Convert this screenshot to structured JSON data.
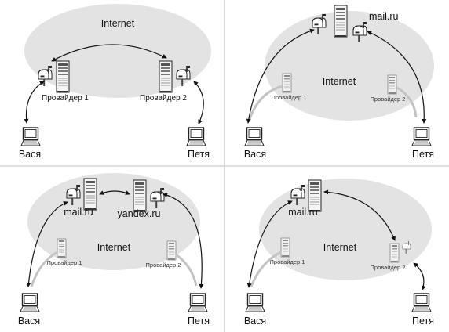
{
  "colors": {
    "cloud": "#e3e3e3",
    "line": "#111111",
    "shadow": "#c4c4c4",
    "divider": "#bdbdbd"
  },
  "panels": [
    {
      "id": "panel-1",
      "internet_label": "Internet",
      "provider_1": "Провайдер 1",
      "provider_2": "Провайдер 2",
      "person_left": "Вася",
      "person_right": "Петя"
    },
    {
      "id": "panel-2",
      "internet_label": "Internet",
      "mail_server": "mail.ru",
      "provider_1": "Провайдер 1",
      "provider_2": "Провайдер 2",
      "person_left": "Вася",
      "person_right": "Петя"
    },
    {
      "id": "panel-3",
      "internet_label": "Internet",
      "mail_server_1": "mail.ru",
      "mail_server_2": "yandex.ru",
      "provider_1": "Провайдер 1",
      "provider_2": "Провайдер 2",
      "person_left": "Вася",
      "person_right": "Петя"
    },
    {
      "id": "panel-4",
      "internet_label": "Internet",
      "mail_server": "mail.ru",
      "provider_1": "Провайдер 1",
      "provider_2": "Провайдер 2",
      "person_left": "Вася",
      "person_right": "Петя"
    }
  ]
}
